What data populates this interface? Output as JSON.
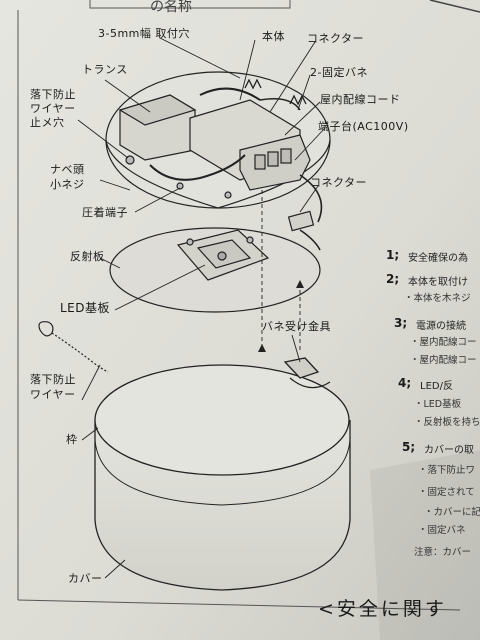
{
  "header": {
    "partial_title": "の名称"
  },
  "labels": {
    "slot": "3-5mm幅 取付穴",
    "body": "本体",
    "connector_top": "コネクター",
    "spring2": "2-固定バネ",
    "indoor_cord": "屋内配線コード",
    "terminal": "端子台(AC100V)",
    "connector_side": "コネクター",
    "transformer": "トランス",
    "wire_hole_1": "落下防止",
    "wire_hole_2": "ワイヤー",
    "wire_hole_3": "止メ穴",
    "pan_screw_1": "ナベ頭",
    "pan_screw_2": "小ネジ",
    "crimp": "圧着端子",
    "reflector": "反射板",
    "led_board": "LED基板",
    "spring_bracket": "バネ受け金具",
    "fall_wire_1": "落下防止",
    "fall_wire_2": "ワイヤー",
    "frame": "枠",
    "cover": "カバー"
  },
  "instructions": [
    {
      "num": "1;",
      "text": "安全確保の為"
    },
    {
      "num": "2;",
      "text": "本体を取付け"
    },
    {
      "num": "3;",
      "text": "電源の接続"
    },
    {
      "num": "4;",
      "text": "LED/反"
    },
    {
      "num": "5;",
      "text": "カバーの取"
    }
  ],
  "sub_notes": {
    "s2a": "・本体を木ネジ",
    "s3a": "・屋内配線コー",
    "s3b": "・屋内配線コー",
    "s4a": "・LED基板",
    "s4b": "・反射板を持ち",
    "s5a": "・落下防止ワ",
    "s5b": "・固定されて",
    "s5c": "・カバーに記",
    "s5d": "・固定バネ",
    "note": "注意：カバー"
  },
  "footer": {
    "text": "<安全に関す"
  }
}
